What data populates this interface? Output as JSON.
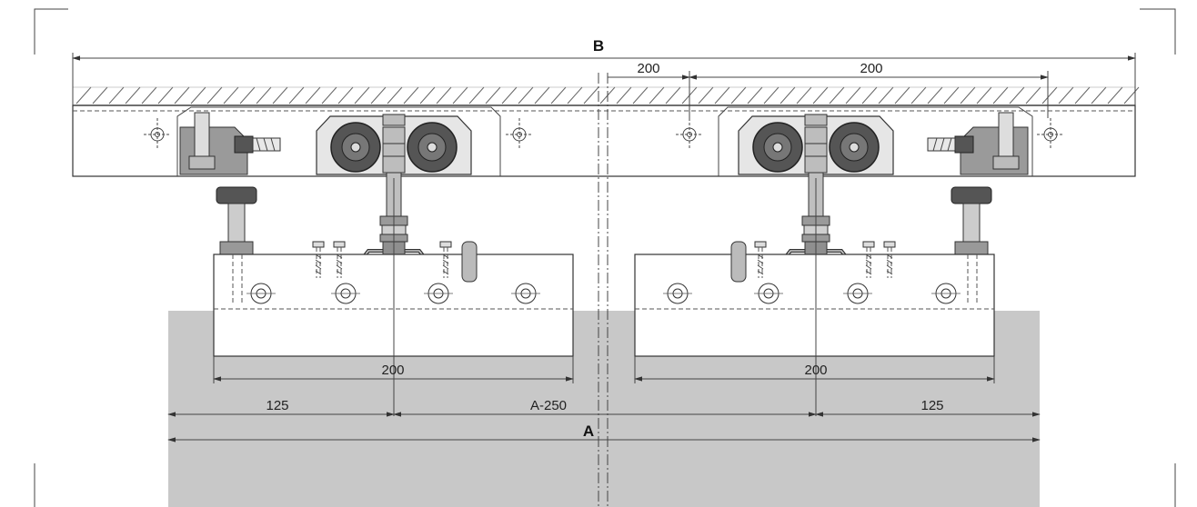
{
  "title": "",
  "colors": {
    "door": "#c8c8c8",
    "line": "#333333",
    "wheel": "#555555",
    "wheel_hub": "#7a7a7a",
    "bracket": "#9a9a9a",
    "ceiling_hatch": "#666666"
  },
  "dimensions": {
    "overall_top": "B",
    "overall_bottom": "A",
    "top_left_offset": "200",
    "top_right_span": "200",
    "left_plate_width": "200",
    "right_plate_width": "200",
    "left_edge_offset": "125",
    "middle_span": "A-250",
    "right_edge_offset": "125"
  },
  "components": [
    {
      "name": "ceiling-track"
    },
    {
      "name": "trolley-left"
    },
    {
      "name": "trolley-right"
    },
    {
      "name": "door-stop-left"
    },
    {
      "name": "door-stop-right"
    },
    {
      "name": "door-panel"
    },
    {
      "name": "mounting-plate-left"
    },
    {
      "name": "mounting-plate-right"
    }
  ]
}
